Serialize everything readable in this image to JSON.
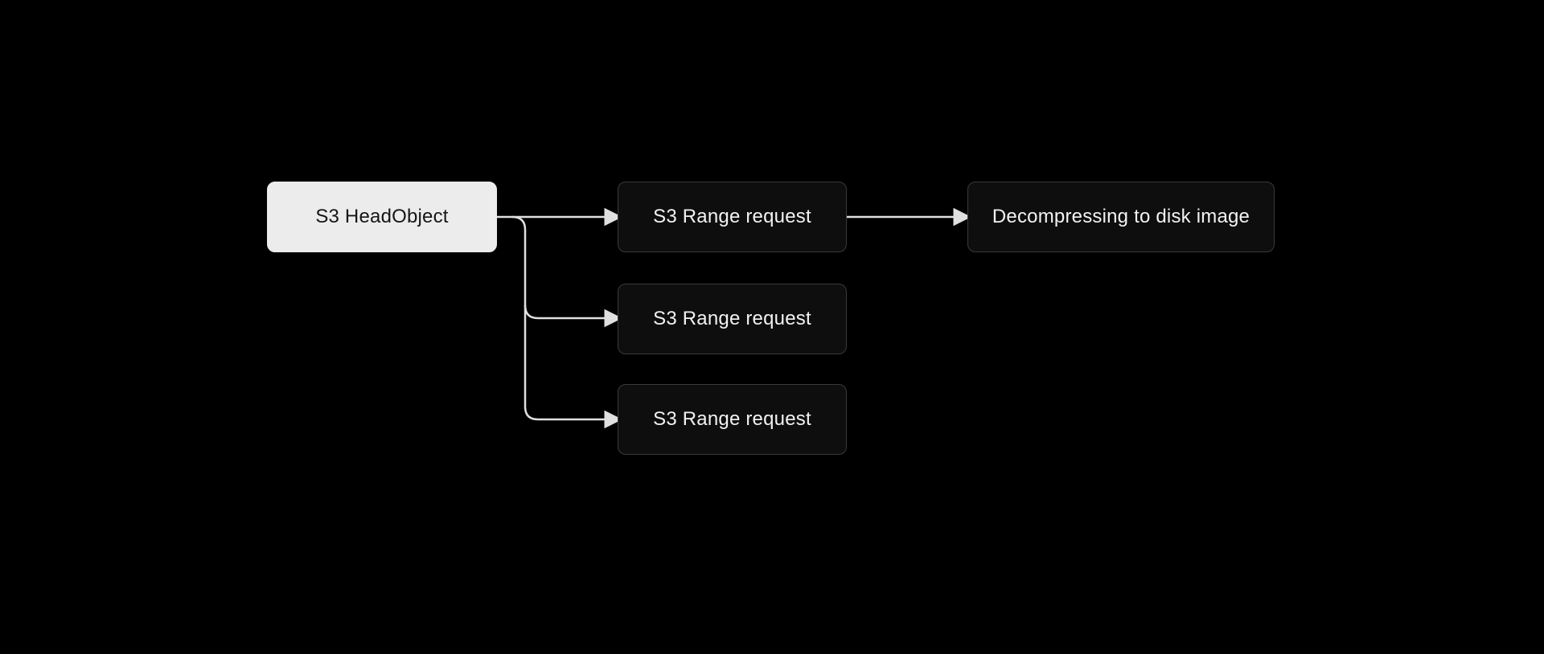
{
  "diagram": {
    "type": "flowchart",
    "nodes": {
      "head": {
        "label": "S3 HeadObject",
        "variant": "light"
      },
      "range1": {
        "label": "S3 Range request",
        "variant": "dark"
      },
      "range2": {
        "label": "S3 Range request",
        "variant": "dark"
      },
      "range3": {
        "label": "S3 Range request",
        "variant": "dark"
      },
      "decompress": {
        "label": "Decompressing to disk image",
        "variant": "dark"
      }
    },
    "edges": [
      {
        "from": "head",
        "to": "range1"
      },
      {
        "from": "head",
        "to": "range2"
      },
      {
        "from": "head",
        "to": "range3"
      },
      {
        "from": "range1",
        "to": "decompress"
      }
    ],
    "colors": {
      "background": "#000000",
      "node_dark_fill": "#0e0e0e",
      "node_dark_border": "#3a3a3a",
      "node_dark_text": "#f2f2f2",
      "node_light_fill": "#ececec",
      "node_light_text": "#161616",
      "connector": "#e0e0e0"
    }
  }
}
